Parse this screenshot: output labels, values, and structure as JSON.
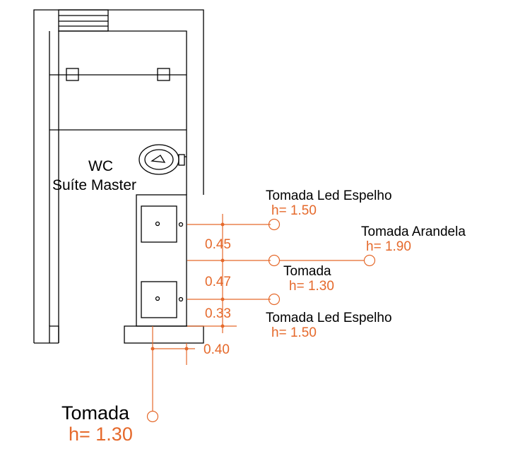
{
  "room": {
    "name": "WC",
    "subtitle": "Suíte Master"
  },
  "outlets": {
    "led_mirror_top": {
      "label": "Tomada Led Espelho",
      "height": "h= 1.50"
    },
    "arandela": {
      "label": "Tomada Arandela",
      "height": "h= 1.90"
    },
    "middle": {
      "label": "Tomada",
      "height": "h= 1.30"
    },
    "led_mirror_bottom": {
      "label": "Tomada Led Espelho",
      "height": "h= 1.50"
    },
    "bottom": {
      "label": "Tomada",
      "height": "h= 1.30"
    }
  },
  "dimensions": {
    "d1": "0.45",
    "d2": "0.47",
    "d3": "0.33",
    "d4": "0.40"
  },
  "colors": {
    "wall": "#000000",
    "annotation": "#e5692b"
  }
}
